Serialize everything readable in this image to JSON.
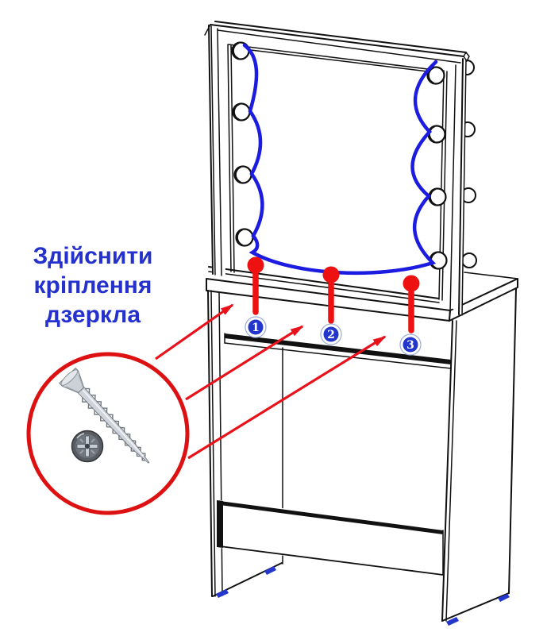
{
  "caption": {
    "line1": "Здійснити",
    "line2": "кріплення",
    "line3": "дзеркла"
  },
  "steps": [
    {
      "number": "1"
    },
    {
      "number": "2"
    },
    {
      "number": "3"
    }
  ],
  "colors": {
    "caption_blue": "#2531cd",
    "outline_blue": "#1c1ce0",
    "arrow_red": "#e8121c",
    "pin_red": "#ee1111",
    "badge_blue": "#2336cb",
    "badge_ring": "#9fb0d8",
    "magnifier_red": "#dd1111",
    "foot_blue": "#2436cc",
    "line_black": "#111111"
  },
  "icons": {
    "magnifier": "magnifier-circle",
    "screw_side": "screw-side-icon",
    "screw_head": "screw-head-top-icon",
    "pin": "location-pin-icon",
    "bulb": "bulb-socket-icon",
    "arrow": "pointer-arrow-icon"
  }
}
